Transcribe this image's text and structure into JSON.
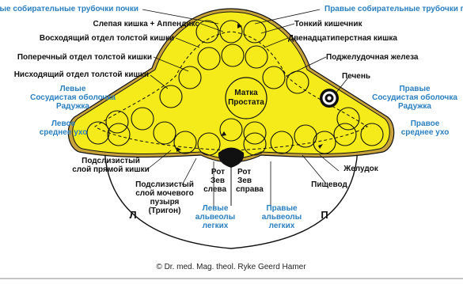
{
  "labels": {
    "top_left": "Левые собирательные трубочки почки",
    "top_right": "Правые собирательные трубочки почки",
    "appendix": "Слепая кишка + Аппендикс",
    "ascending": "Восходящий отдел толстой кишки",
    "transverse": "Поперечный отдел толстой кишки",
    "descending": "Нисходящий отдел толстой кишки",
    "small_intestine": "Тонкий кишечник",
    "duodenum": "Двенадцатиперстная кишка",
    "pancreas": "Поджелудочная железа",
    "liver": "Печень",
    "left_choroid_1": "Левые",
    "left_choroid_2": "Сосудистая оболочка",
    "left_choroid_3": "Радужка",
    "right_choroid_1": "Правые",
    "right_choroid_2": "Сосудистая оболочка",
    "right_choroid_3": "Радужка",
    "left_ear_1": "Левое",
    "left_ear_2": "среднее ухо",
    "right_ear_1": "Правое",
    "right_ear_2": "среднее ухо",
    "rectum_1": "Подслизистый",
    "rectum_2": "слой прямой кишки",
    "bladder_1": "Подслизистый",
    "bladder_2": "слой мочевого",
    "bladder_3": "пузыря",
    "bladder_4": "(Тригон)",
    "stomach": "Желудок",
    "esophagus": "Пищевод",
    "mouth_left_1": "Рот",
    "mouth_left_2": "Зев",
    "mouth_left_3": "слева",
    "mouth_right_1": "Рот",
    "mouth_right_2": "Зев",
    "mouth_right_3": "справа",
    "alv_left_1": "Левые",
    "alv_left_2": "альвеолы",
    "alv_left_3": "легких",
    "alv_right_1": "Правые",
    "alv_right_2": "альвеолы",
    "alv_right_3": "легких",
    "uterus_1": "Матка",
    "uterus_2": "Простата",
    "side_left": "Л",
    "side_right": "П",
    "copyright": "© Dr. med. Mag. theol. Ryke Geerd Hamer"
  },
  "colors": {
    "fill_yellow": "#f5eb1a",
    "border_tan": "#c8a23a",
    "label_blue": "#2a7fc0",
    "text_dark": "#111111"
  },
  "icons": {
    "liver_marker": "target-icon"
  }
}
